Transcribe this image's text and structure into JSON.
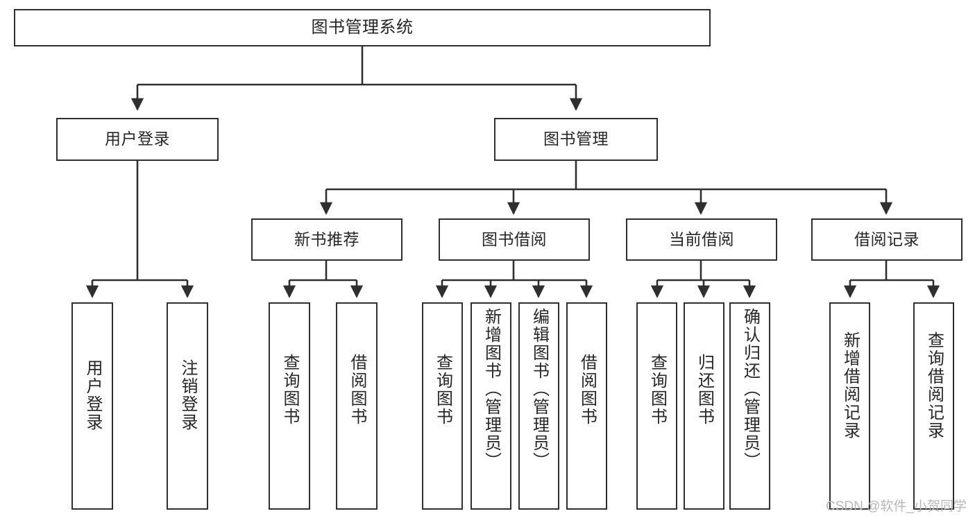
{
  "diagram": {
    "title": "图书管理系统",
    "type": "tree-hierarchy-chart",
    "colors": {
      "stroke": "#2f2f2f",
      "fill": "#ffffff",
      "text": "#262626",
      "watermark": "#b8b8b8"
    },
    "root": {
      "label": "图书管理系统"
    },
    "level2": [
      {
        "id": "user-login",
        "label": "用户登录"
      },
      {
        "id": "book-management",
        "label": "图书管理"
      }
    ],
    "level3": [
      {
        "id": "new-book-recommend",
        "label": "新书推荐"
      },
      {
        "id": "book-borrow",
        "label": "图书借阅"
      },
      {
        "id": "current-borrow",
        "label": "当前借阅"
      },
      {
        "id": "borrow-record",
        "label": "借阅记录"
      }
    ],
    "leaves": {
      "user_login": [
        {
          "id": "leaf-user-login",
          "label": "用户登录"
        },
        {
          "id": "leaf-logout",
          "label": "注销登录"
        }
      ],
      "new_book_recommend": [
        {
          "id": "leaf-query-book-1",
          "label": "查询图书"
        },
        {
          "id": "leaf-borrow-book-1",
          "label": "借阅图书"
        }
      ],
      "book_borrow": [
        {
          "id": "leaf-query-book-2",
          "label": "查询图书"
        },
        {
          "id": "leaf-add-book",
          "label": "新增图书（管理员）"
        },
        {
          "id": "leaf-edit-book",
          "label": "编辑图书（管理员）"
        },
        {
          "id": "leaf-borrow-book-2",
          "label": "借阅图书"
        }
      ],
      "current_borrow": [
        {
          "id": "leaf-query-book-3",
          "label": "查询图书"
        },
        {
          "id": "leaf-return-book",
          "label": "归还图书"
        },
        {
          "id": "leaf-confirm-return",
          "label": "确认归还（管理员）"
        }
      ],
      "borrow_record": [
        {
          "id": "leaf-add-record",
          "label": "新增借阅记录"
        },
        {
          "id": "leaf-query-record",
          "label": "查询借阅记录"
        }
      ]
    },
    "watermark": "CSDN @软件_小贺同学"
  }
}
